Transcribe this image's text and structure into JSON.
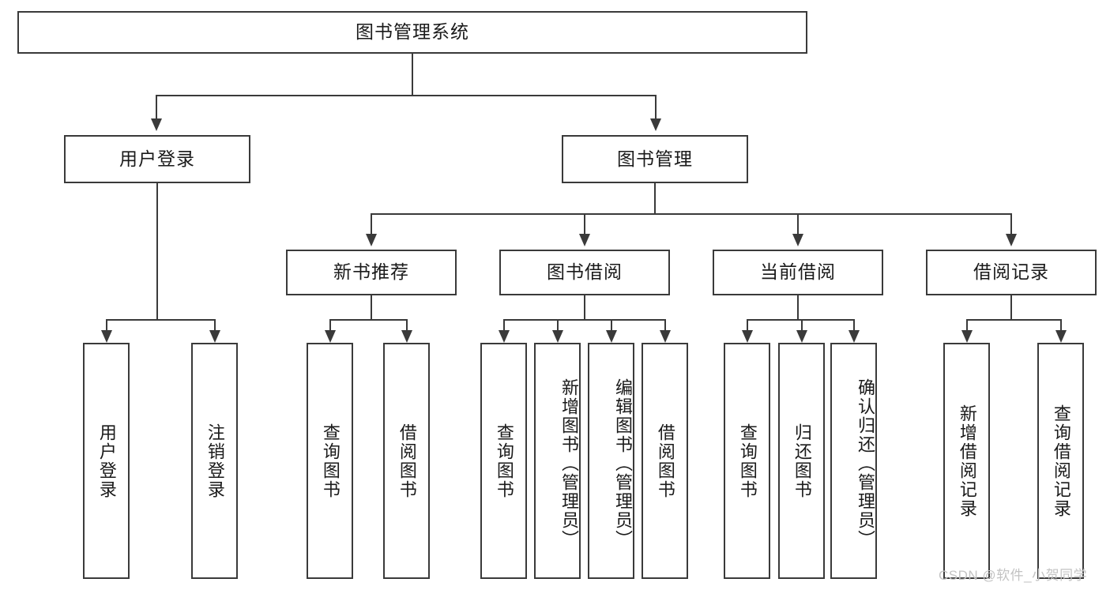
{
  "diagram": {
    "type": "hierarchy-tree",
    "title": "图书管理系统",
    "watermark": "CSDN @软件_小贺同学",
    "colors": {
      "stroke": "#3a3a3a",
      "fill": "#ffffff",
      "text": "#1a1a1a",
      "watermark": "#c3c3c3"
    },
    "levels": {
      "level1": [
        {
          "label": "图书管理系统"
        }
      ],
      "level2": [
        {
          "label": "用户登录"
        },
        {
          "label": "图书管理"
        }
      ],
      "level3": [
        {
          "label": "新书推荐"
        },
        {
          "label": "图书借阅"
        },
        {
          "label": "当前借阅"
        },
        {
          "label": "借阅记录"
        }
      ],
      "leaves": [
        {
          "label": "用户登录",
          "parent": "用户登录"
        },
        {
          "label": "注销登录",
          "parent": "用户登录"
        },
        {
          "label": "查询图书",
          "parent": "新书推荐"
        },
        {
          "label": "借阅图书",
          "parent": "新书推荐"
        },
        {
          "label": "查询图书",
          "parent": "图书借阅"
        },
        {
          "label": "新增图书（管理员）",
          "parent": "图书借阅"
        },
        {
          "label": "编辑图书（管理员）",
          "parent": "图书借阅"
        },
        {
          "label": "借阅图书",
          "parent": "图书借阅"
        },
        {
          "label": "查询图书",
          "parent": "当前借阅"
        },
        {
          "label": "归还图书",
          "parent": "当前借阅"
        },
        {
          "label": "确认归还（管理员）",
          "parent": "当前借阅"
        },
        {
          "label": "新增借阅记录",
          "parent": "借阅记录"
        },
        {
          "label": "查询借阅记录",
          "parent": "借阅记录"
        }
      ]
    }
  }
}
